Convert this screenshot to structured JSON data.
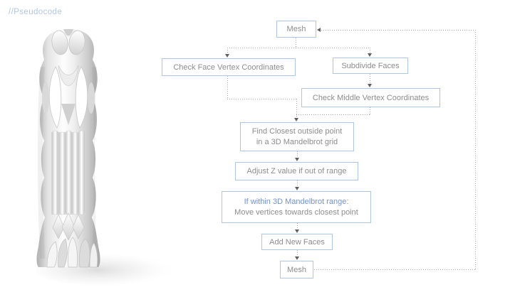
{
  "header": {
    "title": "//Pseudocode"
  },
  "illustration": {
    "label": "Grayscale 3D render of a fractal-sculpted column"
  },
  "colors": {
    "box_border": "#aec6e8",
    "text_gray": "#8d8d8f",
    "text_blue": "#7291d2",
    "heading_blue": "#b3c6e2",
    "connector_gray": "#a6a6a6",
    "arrow_gray": "#606060"
  },
  "flowchart": {
    "mesh_top": "Mesh",
    "check_face": "Check Face Vertex Coordinates",
    "subdivide": "Subdivide Faces",
    "check_middle": "Check Middle Vertex Coordinates",
    "find_closest_line1": "Find Closest outside point",
    "find_closest_line2": "in a 3D Mandelbrot grid",
    "adjust_z": "Adjust Z value if out of range",
    "if_within_line1": "If within 3D Mandelbrot range:",
    "if_within_line2": "Move vertices towards closest point",
    "add_faces": "Add New Faces",
    "mesh_bottom": "Mesh"
  }
}
